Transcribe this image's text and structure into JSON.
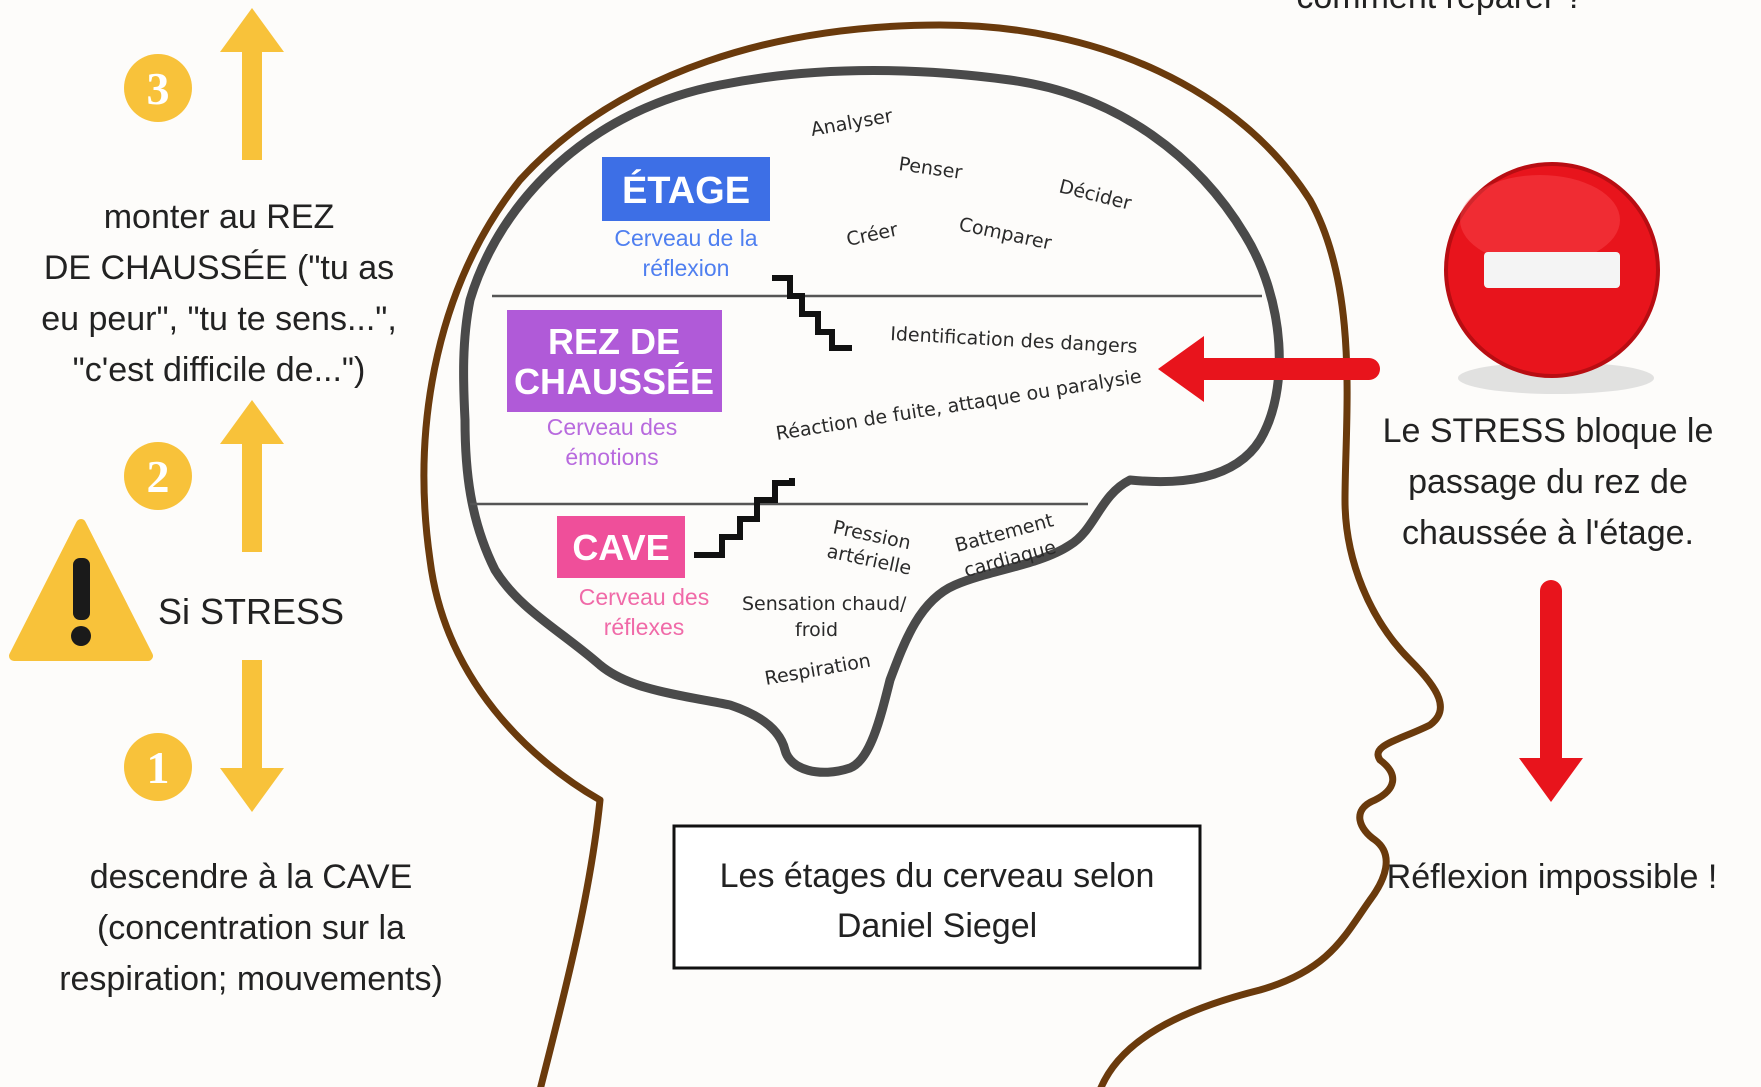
{
  "top_partial_text": "comment réparer ?",
  "left": {
    "step3_number": "3",
    "step2_number": "2",
    "step1_number": "1",
    "up_text": [
      "monter au REZ",
      "DE CHAUSSÉE (\"tu as",
      "eu peur\", \"tu te sens...\",",
      "\"c'est difficile de...\")"
    ],
    "stress_label": "Si STRESS",
    "down_text": [
      "descendre à la CAVE",
      "(concentration sur la",
      "respiration; mouvements)"
    ]
  },
  "brain": {
    "etage": {
      "label": "ÉTAGE",
      "sub": [
        "Cerveau de la",
        "réflexion"
      ],
      "words": [
        "Analyser",
        "Penser",
        "Décider",
        "Créer",
        "Comparer"
      ]
    },
    "rdc": {
      "label": [
        "REZ DE",
        "CHAUSSÉE"
      ],
      "sub": [
        "Cerveau des",
        "émotions"
      ],
      "words": [
        "Identification des dangers",
        "Réaction de fuite, attaque ou paralysie"
      ]
    },
    "cave": {
      "label": "CAVE",
      "sub": [
        "Cerveau des",
        "réflexes"
      ],
      "words": [
        "Pression",
        "artérielle",
        "Battement",
        "cardiaque",
        "Sensation chaud/",
        "froid",
        "Respiration"
      ]
    }
  },
  "title_box": [
    "Les étages du cerveau selon",
    "Daniel Siegel"
  ],
  "right": {
    "stress_text": [
      "Le STRESS bloque le",
      "passage du rez de",
      "chaussée à l'étage."
    ],
    "result_text": "Réflexion impossible !"
  },
  "colors": {
    "etage": "#3d6fe6",
    "rdc": "#b05ad8",
    "cave": "#ef4f9a",
    "yellow": "#f8c23a",
    "red": "#e8141c",
    "head_outline": "#6a3a0c",
    "brain_outline": "#4a4a4a"
  }
}
